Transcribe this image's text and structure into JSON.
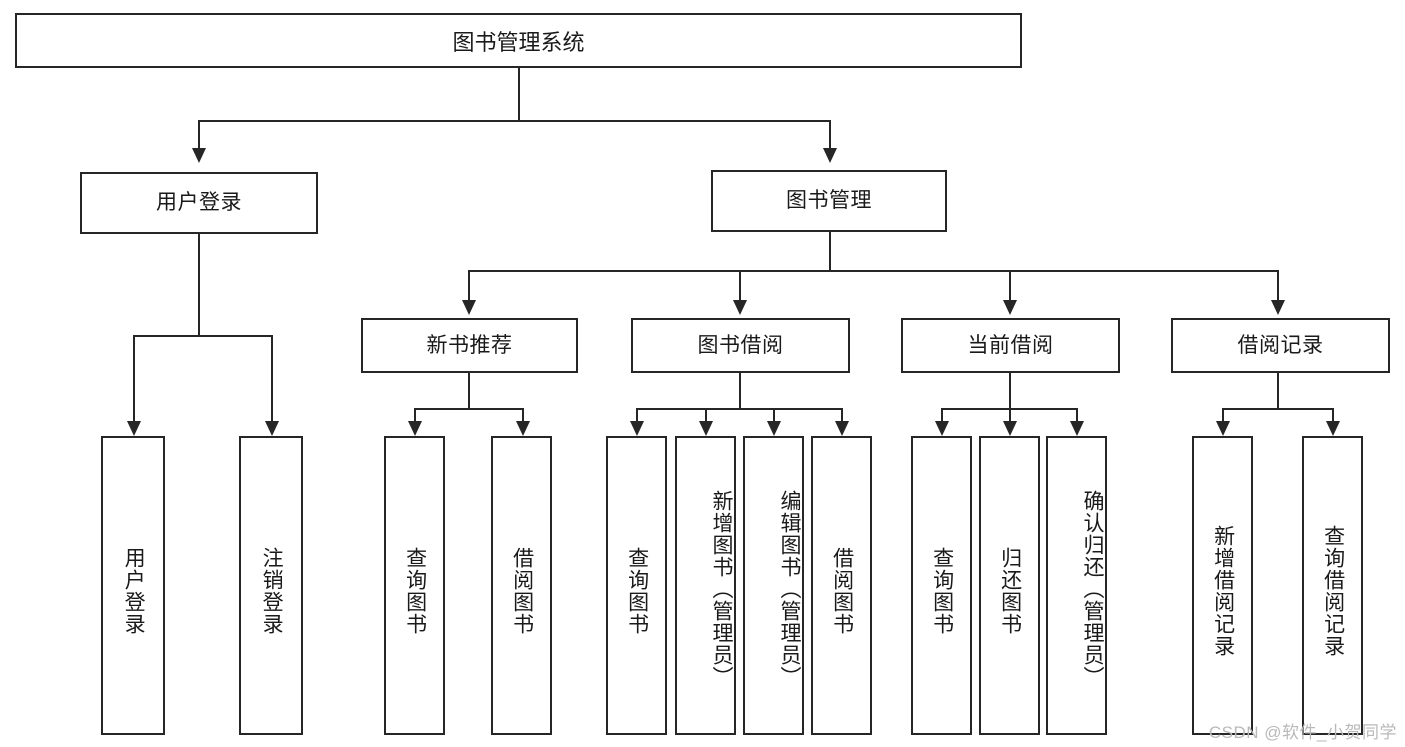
{
  "diagram": {
    "title": "图书管理系统",
    "root": {
      "label": "图书管理系统"
    },
    "level1": [
      {
        "label": "用户登录"
      },
      {
        "label": "图书管理"
      }
    ],
    "level2": [
      {
        "label": "新书推荐"
      },
      {
        "label": "图书借阅"
      },
      {
        "label": "当前借阅"
      },
      {
        "label": "借阅记录"
      }
    ],
    "leaves": {
      "user_login": [
        {
          "label": "用户登录"
        },
        {
          "label": "注销登录"
        }
      ],
      "new_book_recommend": [
        {
          "label": "查询图书"
        },
        {
          "label": "借阅图书"
        }
      ],
      "book_borrow": [
        {
          "label": "查询图书"
        },
        {
          "label": "新增图书（管理员）"
        },
        {
          "label": "编辑图书（管理员）"
        },
        {
          "label": "借阅图书"
        }
      ],
      "current_borrow": [
        {
          "label": "查询图书"
        },
        {
          "label": "归还图书"
        },
        {
          "label": "确认归还（管理员）"
        }
      ],
      "borrow_record": [
        {
          "label": "新增借阅记录"
        },
        {
          "label": "查询借阅记录"
        }
      ]
    }
  },
  "watermark": {
    "text": "CSDN @软件_小贺同学"
  },
  "colors": {
    "stroke": "#262626",
    "background": "#ffffff",
    "text": "#1a1a1a",
    "watermark": "#b9b9b9"
  }
}
